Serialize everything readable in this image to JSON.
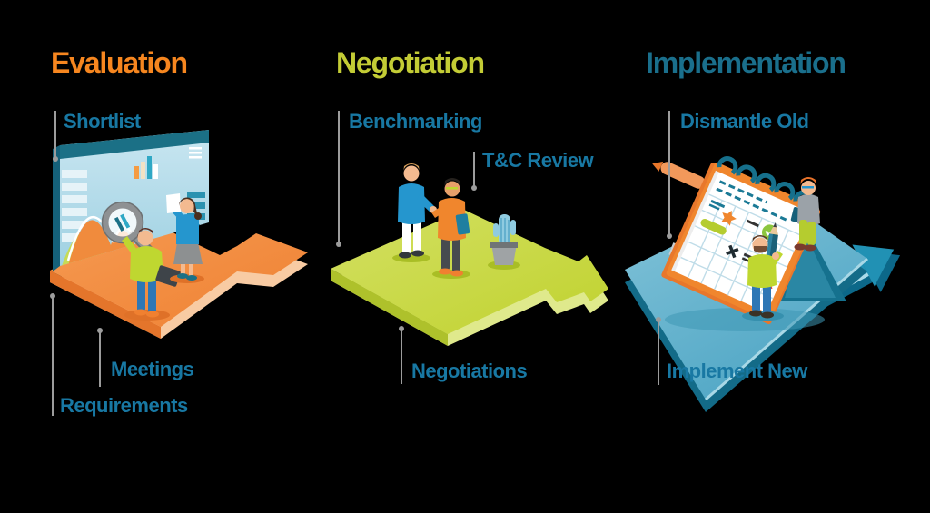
{
  "canvas": {
    "background": "#000000"
  },
  "phases": [
    {
      "title": "Evaluation",
      "title_color": "#F6861F",
      "illustration": "dashboard-magnifier-scene",
      "labels": [
        {
          "text": "Shortlist",
          "position": "top"
        },
        {
          "text": "Meetings",
          "position": "bottom"
        },
        {
          "text": "Requirements",
          "position": "bottom"
        }
      ]
    },
    {
      "title": "Negotiation",
      "title_color": "#C3CC35",
      "illustration": "handshake-scene",
      "labels": [
        {
          "text": "Benchmarking",
          "position": "top"
        },
        {
          "text": "T&C Review",
          "position": "top"
        },
        {
          "text": "Negotiations",
          "position": "bottom"
        }
      ]
    },
    {
      "title": "Implementation",
      "title_color": "#1A6F8C",
      "illustration": "calendar-scene",
      "labels": [
        {
          "text": "Dismantle Old",
          "position": "top"
        },
        {
          "text": "Implement New",
          "position": "bottom"
        }
      ]
    }
  ],
  "styles": {
    "label_color": "#1878A3",
    "connector_color": "#9C9C9C",
    "platform_colors": {
      "evaluation": "#F0873A",
      "negotiation": "#C5D733",
      "implementation": "#57ACC9"
    }
  }
}
